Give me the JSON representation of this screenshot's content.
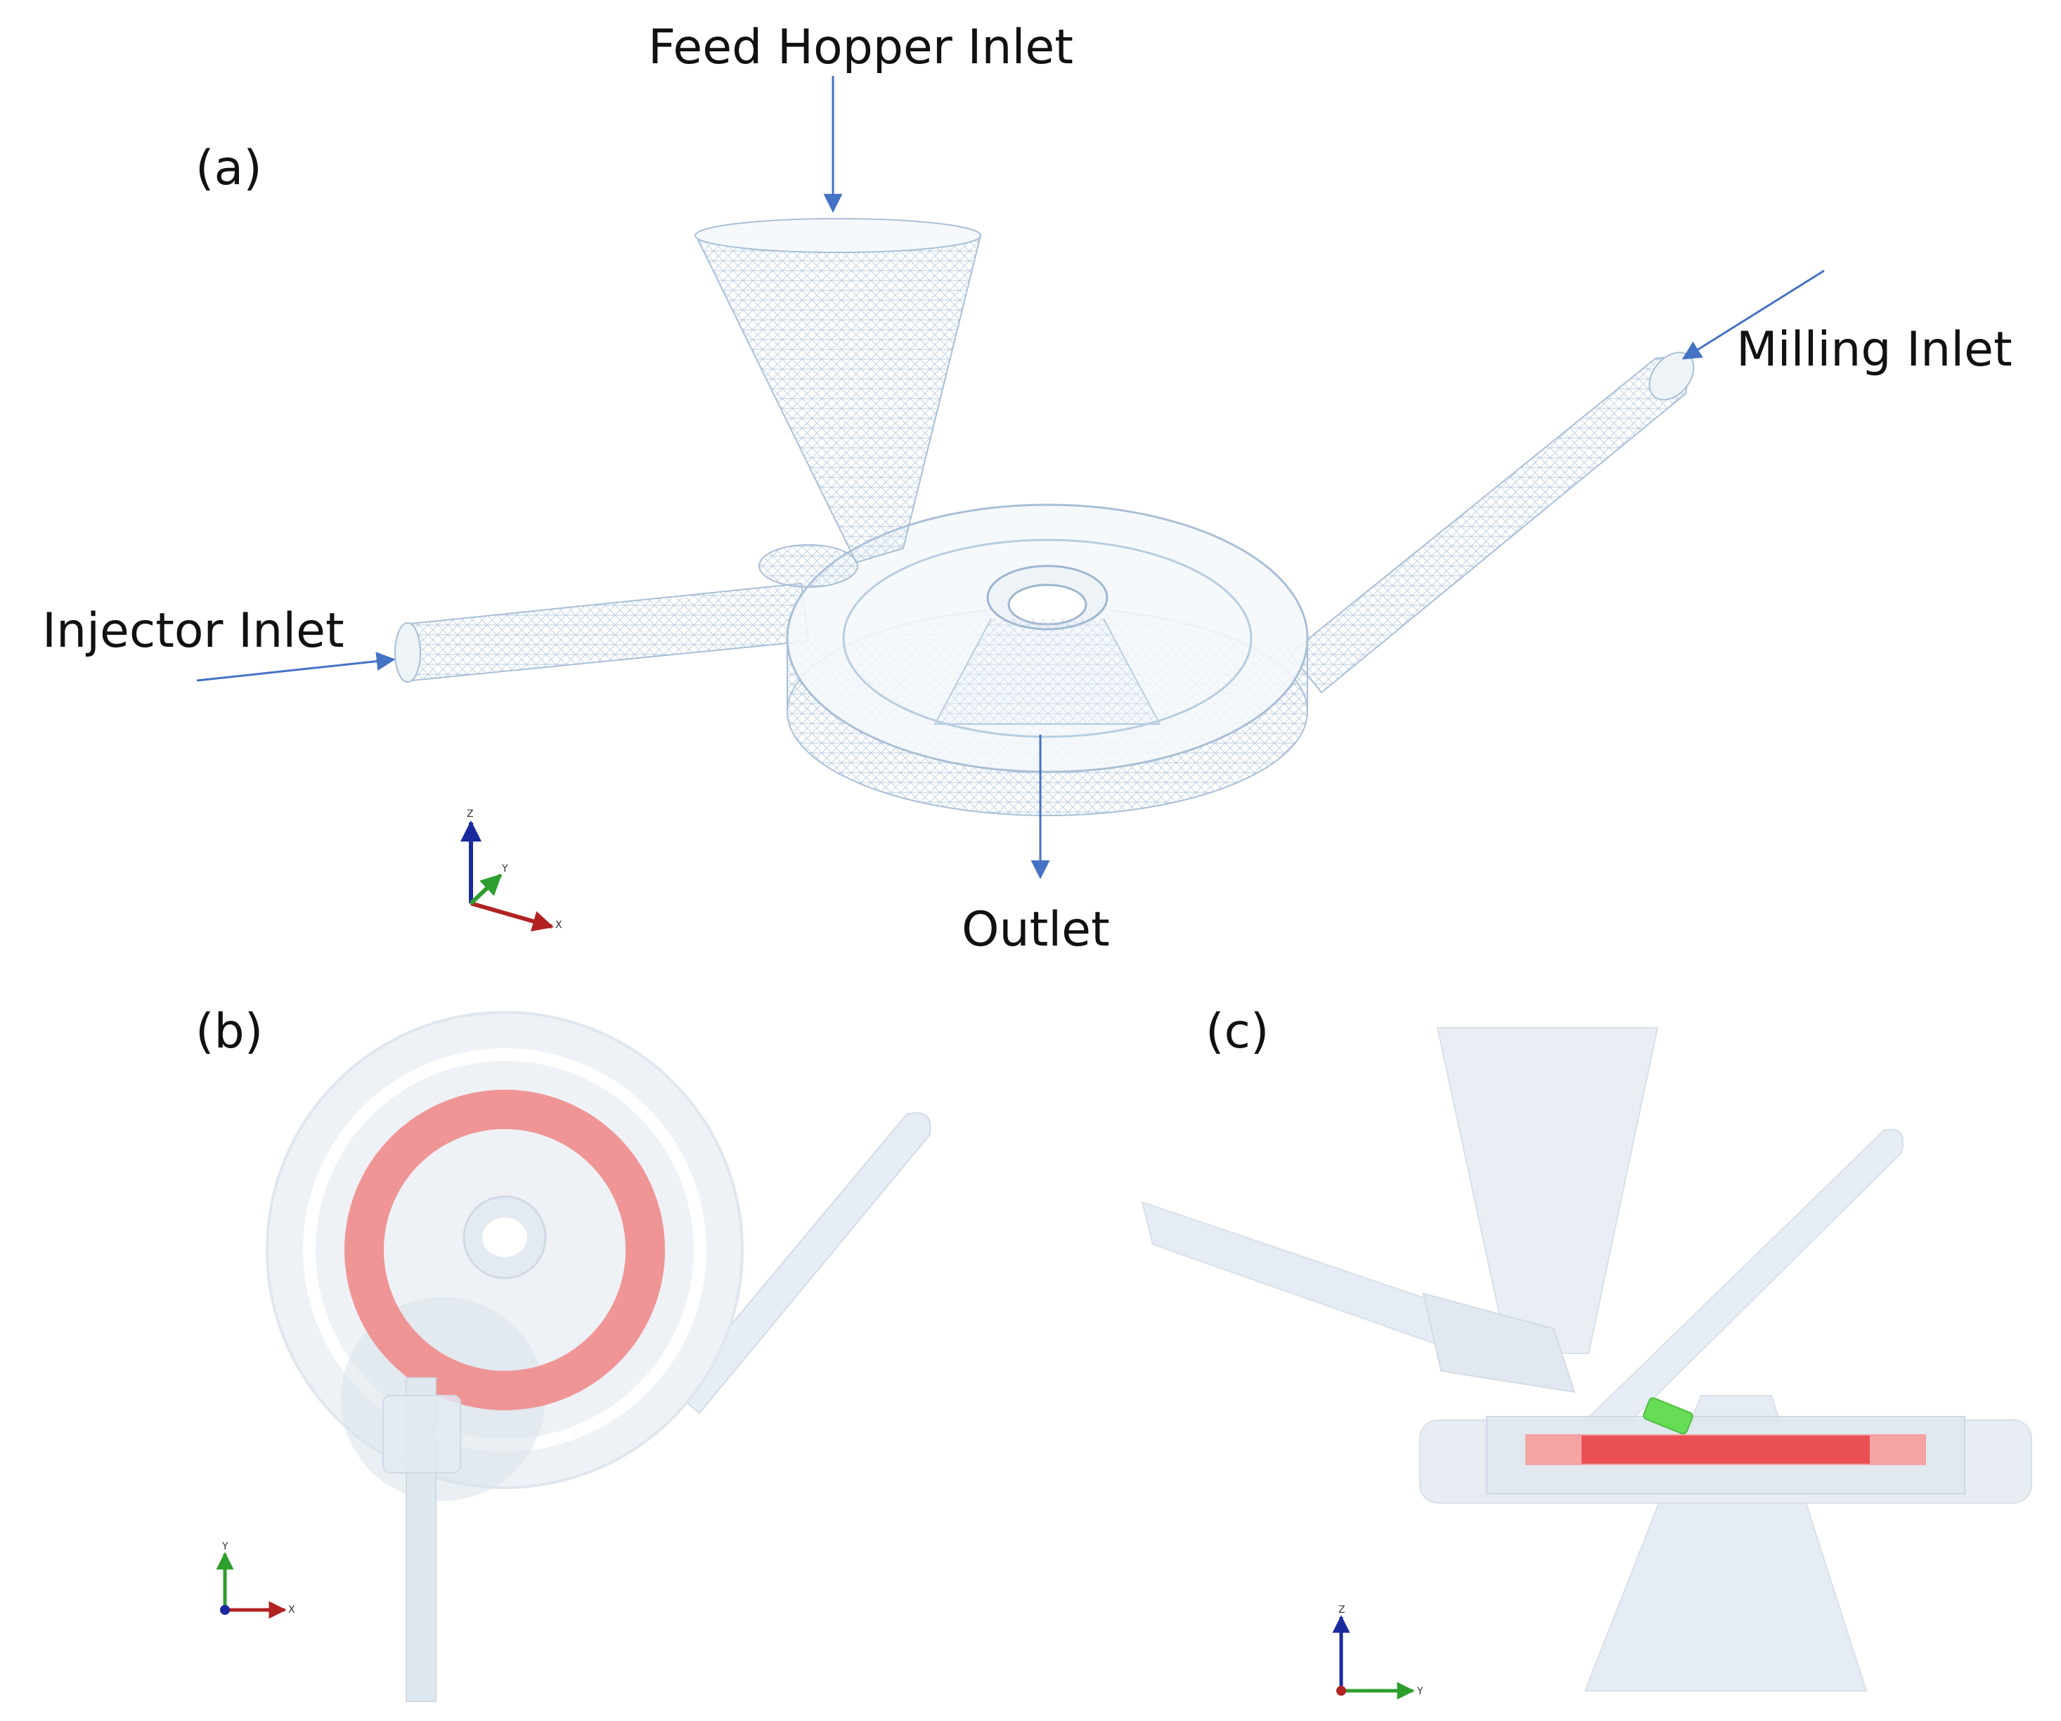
{
  "panels": {
    "a": {
      "tag": "(a)"
    },
    "b": {
      "tag": "(b)"
    },
    "c": {
      "tag": "(c)"
    }
  },
  "labels": {
    "feed_hopper_inlet": "Feed Hopper Inlet",
    "milling_inlet": "Milling Inlet",
    "injector_inlet": "Injector Inlet",
    "outlet": "Outlet"
  },
  "axes": {
    "a": {
      "x": "X",
      "y": "Y",
      "z": "Z"
    },
    "b": {
      "x": "X",
      "y": "Y"
    },
    "c": {
      "y": "Y",
      "z": "Z"
    }
  },
  "colors": {
    "arrow": "#4472c4",
    "mesh": "#b9cce0",
    "body": "#dfe8f1",
    "ring": "#f08b8b",
    "ring_dark": "#e8464a",
    "nozzle": "#66dd55",
    "axis_x": "#b22222",
    "axis_y": "#2e9e2e",
    "axis_z": "#1a2a9e"
  }
}
